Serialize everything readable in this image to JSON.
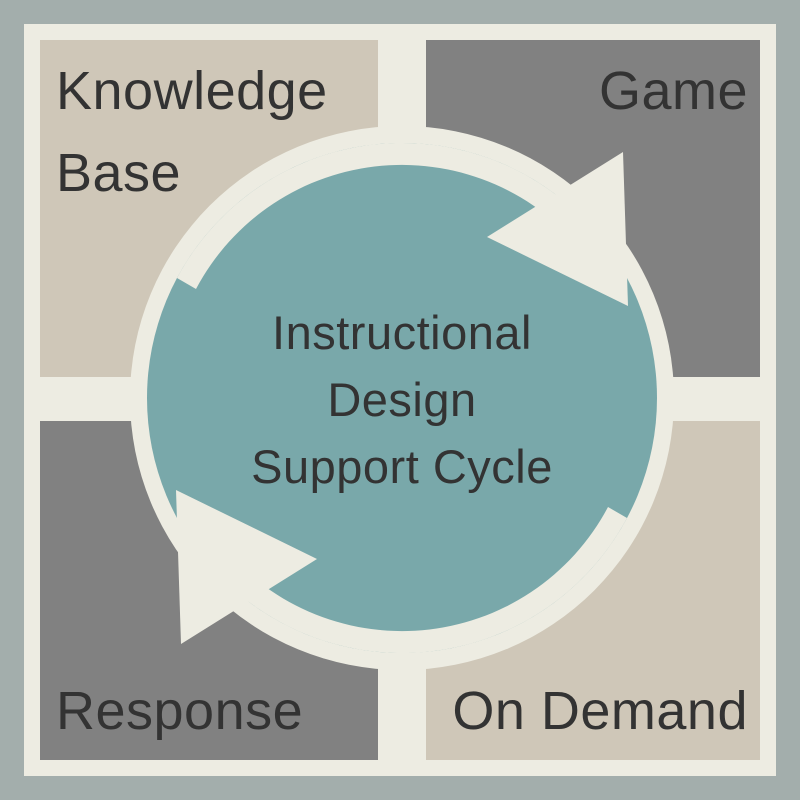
{
  "diagram": {
    "title_lines": [
      "Instructional",
      "Design",
      "Support Cycle"
    ],
    "quadrants": {
      "top_left": "Knowledge Base",
      "top_right": "Game",
      "bottom_left": "Response",
      "bottom_right": "On Demand"
    },
    "colors": {
      "frame": "#a3aeac",
      "background": "#edece2",
      "beige": "#cfc7b8",
      "gray": "#818181",
      "teal": "#79a8aa",
      "text": "#333333"
    }
  }
}
